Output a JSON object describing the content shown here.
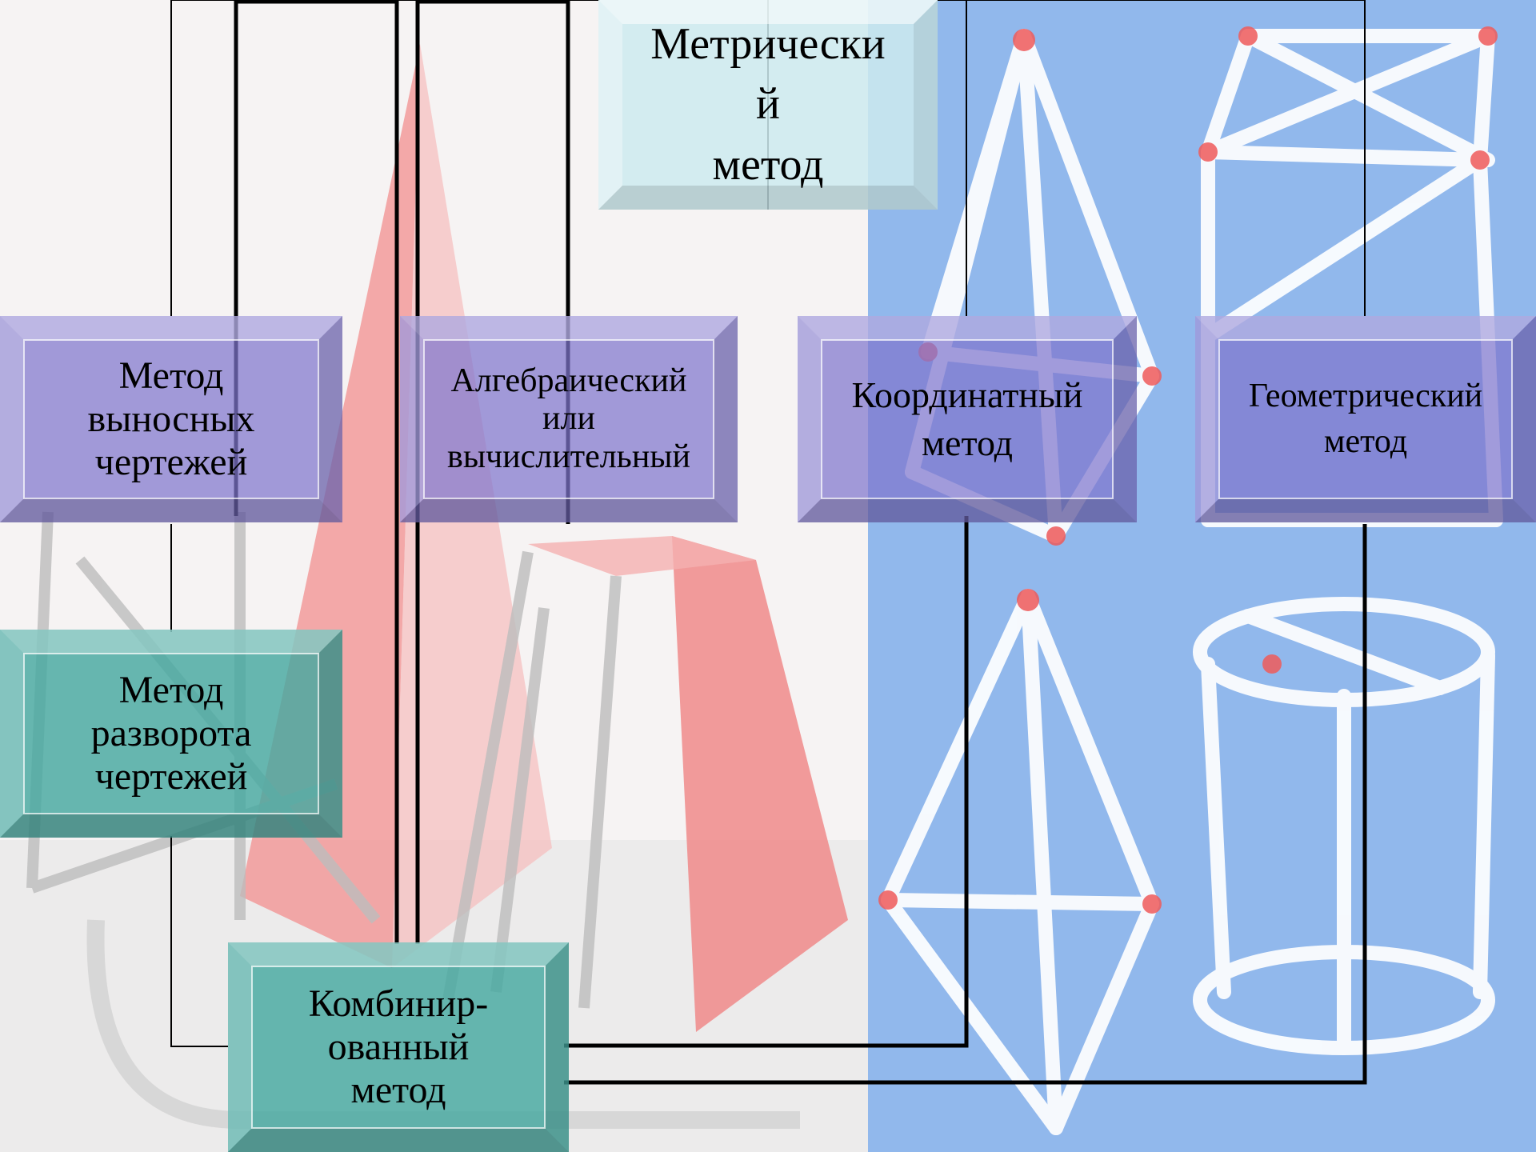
{
  "title": "Метрически\nй\nметод",
  "nodes": {
    "vynosnyh": "Метод\nвыносных\nчертежей",
    "algebra": "Алгебраический\nили\nвычислительный",
    "koord": "Координатный\nметод",
    "geom": "Геометрический\nметод",
    "razvorot": "Метод\nразворота\nчертежей",
    "kombi": "Комбинир-\nованный\nметод"
  },
  "colors": {
    "purple_box": "#8078cd",
    "teal_box": "#46a8a0",
    "title_box": "#cdeaee",
    "blue_panel": "#7aa8e6",
    "red_shape": "#f08a8a"
  }
}
